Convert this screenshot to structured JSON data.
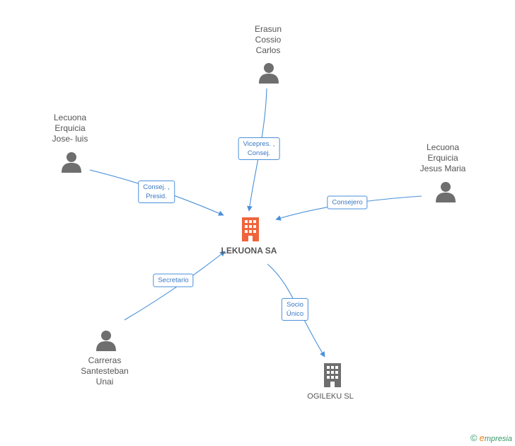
{
  "colors": {
    "edge": "#4a90d9",
    "person_icon": "#6e6e6e",
    "company_main": "#f0643c",
    "company_other": "#6e6e6e"
  },
  "main_company": {
    "name": "LEKUONA SA",
    "icon": "building-icon"
  },
  "people": [
    {
      "id": "erasun",
      "lines": [
        "Erasun",
        "Cossio",
        "Carlos"
      ],
      "icon": "person-icon"
    },
    {
      "id": "lecuona-jose",
      "lines": [
        "Lecuona",
        "Erquicia",
        "Jose- luis"
      ],
      "icon": "person-icon"
    },
    {
      "id": "lecuona-jesus",
      "lines": [
        "Lecuona",
        "Erquicia",
        "Jesus Maria"
      ],
      "icon": "person-icon"
    },
    {
      "id": "carreras",
      "lines": [
        "Carreras",
        "Santesteban",
        "Unai"
      ],
      "icon": "person-icon"
    }
  ],
  "other_company": {
    "name": "OGILEKU SL",
    "icon": "building-icon"
  },
  "relations": [
    {
      "id": "rel-erasun",
      "lines": [
        "Vicepres. ,",
        "Consej."
      ]
    },
    {
      "id": "rel-jose",
      "lines": [
        "Consej. ,",
        "Presid."
      ]
    },
    {
      "id": "rel-jesus",
      "lines": [
        "Consejero"
      ]
    },
    {
      "id": "rel-carreras",
      "lines": [
        "Secretario"
      ]
    },
    {
      "id": "rel-ogileku",
      "lines": [
        "Socio",
        "Único"
      ]
    }
  ],
  "brand": {
    "copyright": "©",
    "e": "e",
    "rest": "mpresia"
  }
}
